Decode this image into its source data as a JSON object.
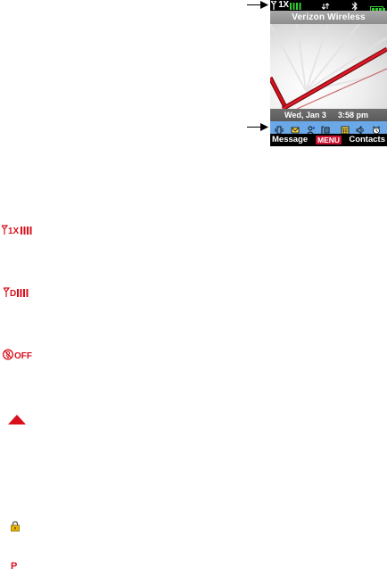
{
  "status_bar": {
    "network": "1X",
    "signal_icon": "signal-bars-icon",
    "center_icon": "data-transfer-icon",
    "bluetooth_icon": "bluetooth-icon",
    "battery_icon": "battery-full-icon"
  },
  "home_screen": {
    "carrier": "Verizon Wireless",
    "date": "Wed, Jan 3",
    "time": "3:58 pm",
    "icons": [
      "vibrate-icon",
      "message-envelope-icon",
      "voicemail-icon",
      "tty-icon",
      "calendar-icon",
      "speaker-volume-icon",
      "alarm-clock-icon"
    ]
  },
  "soft_keys": {
    "left": "Message",
    "center": "MENU",
    "right": "Contacts"
  },
  "legend": [
    {
      "icon": "1x-signal-icon",
      "label": "1X"
    },
    {
      "icon": "digital-signal-icon",
      "label": "D"
    },
    {
      "icon": "location-off-icon",
      "label": "OFF"
    },
    {
      "icon": "roaming-triangle-icon",
      "label": ""
    },
    {
      "icon": "lock-icon",
      "label": ""
    },
    {
      "icon": "privacy-p-icon",
      "label": "P"
    }
  ],
  "colors": {
    "accent_red": "#d8101c",
    "signal_green": "#33cc33",
    "iconbar_blue": "#6aa8e8",
    "menu_red": "#c8102e"
  }
}
